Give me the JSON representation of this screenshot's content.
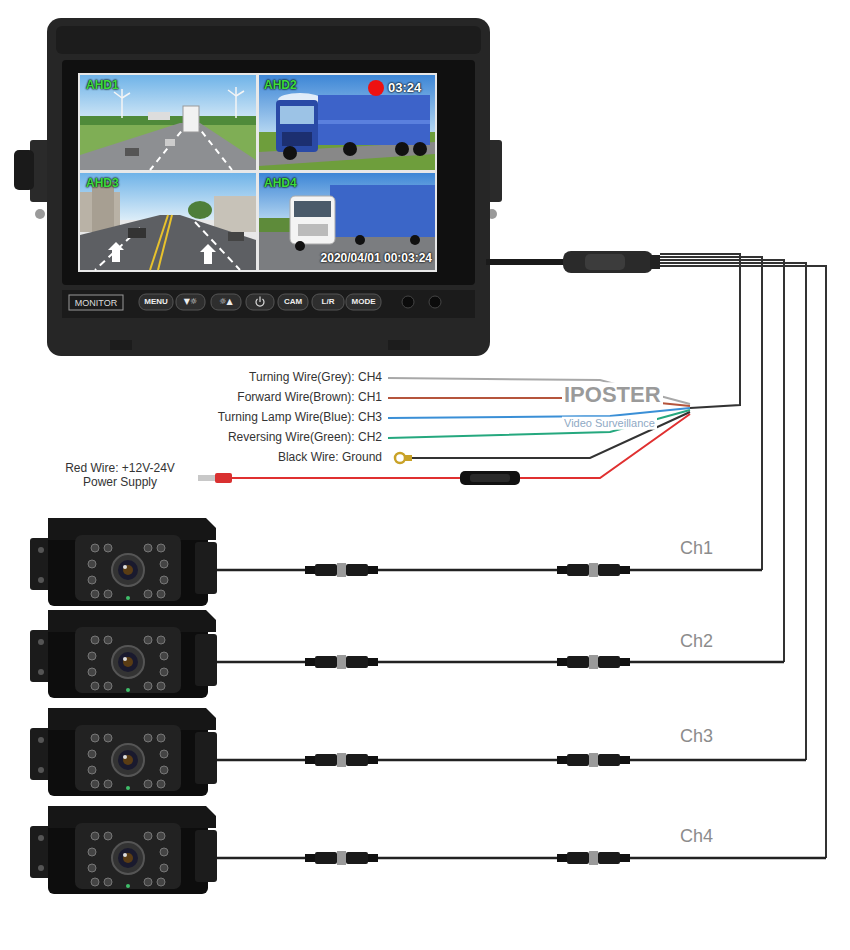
{
  "diagram": {
    "labels": [
      "AHD1",
      "AHD2",
      "03:24",
      "AHD3",
      "AHD4",
      "2020/04/01 00:03:24",
      "MONITOR",
      "MENU",
      "▼☼",
      "☼▲",
      "CAM",
      "L/R",
      "MODE",
      "Turning Wire(Grey): CH4",
      "Forward Wire(Brown): CH1",
      "Turning Lamp Wire(Blue): CH3",
      "Reversing Wire(Green): CH2",
      "Black Wire: Ground",
      "Red Wire: +12V-24V Power Supply",
      "IPOSTER",
      "Video Surveillance",
      "Ch1",
      "Ch2",
      "Ch3",
      "Ch4"
    ]
  }
}
